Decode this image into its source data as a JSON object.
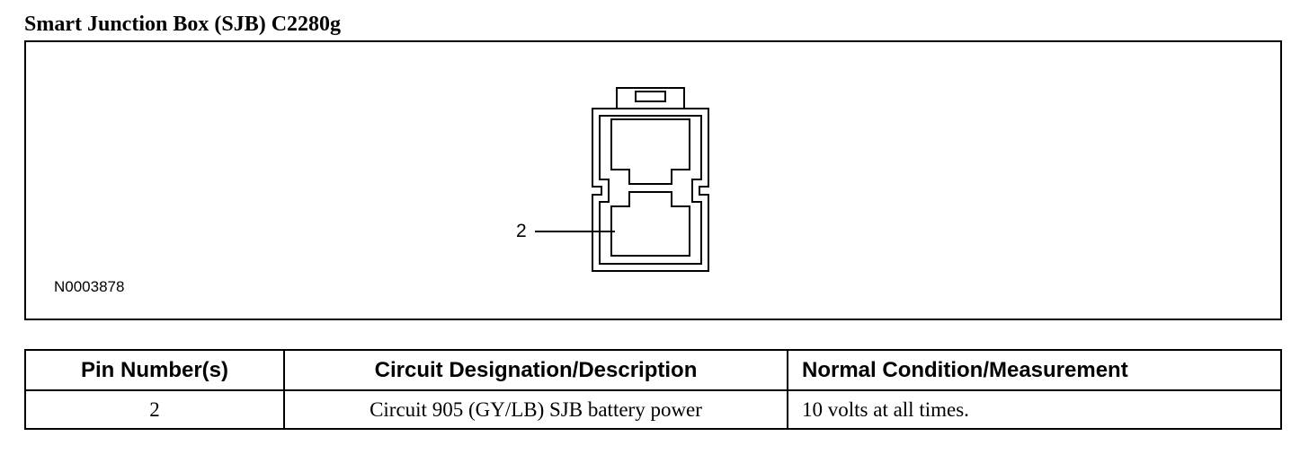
{
  "title": "Smart Junction Box (SJB) C2280g",
  "figure": {
    "figure_id": "N0003878",
    "pin_callout": "2"
  },
  "table": {
    "headers": [
      "Pin Number(s)",
      "Circuit Designation/Description",
      "Normal Condition/Measurement"
    ],
    "rows": [
      [
        "2",
        "Circuit 905 (GY/LB) SJB battery power",
        "10 volts at all times."
      ]
    ]
  }
}
